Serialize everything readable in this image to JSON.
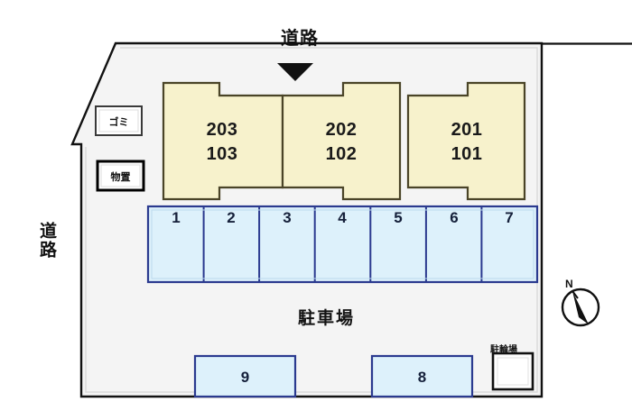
{
  "plan": {
    "title_top_road": "道路",
    "title_left_road": "道路",
    "parking_area_label": "駐車場",
    "bicycle_parking_label": "駐輪場",
    "entrance_marker": "entrance-arrow",
    "compass_label": "N",
    "colors": {
      "building_fill": "#F7F2CC",
      "building_stroke": "#4a4427",
      "parking_fill": "#DDF1FB",
      "parking_stroke": "#2b3a8f",
      "site_fill": "#F4F4F4",
      "site_stroke": "#111111",
      "road_line": "#111111",
      "facility_box_fill": "#ffffff",
      "text": "#111111"
    },
    "facilities": [
      {
        "name": "gomi",
        "label": "ゴミ",
        "border": "thin"
      },
      {
        "name": "monooki",
        "label": "物置",
        "border": "thick"
      }
    ],
    "building": {
      "units": [
        {
          "upper": "203",
          "lower": "103"
        },
        {
          "upper": "202",
          "lower": "102"
        },
        {
          "upper": "201",
          "lower": "101"
        }
      ]
    },
    "parking_row": {
      "stalls": [
        "1",
        "2",
        "3",
        "4",
        "5",
        "6",
        "7"
      ]
    },
    "parking_bottom": {
      "stalls": [
        "9",
        "8"
      ]
    }
  }
}
